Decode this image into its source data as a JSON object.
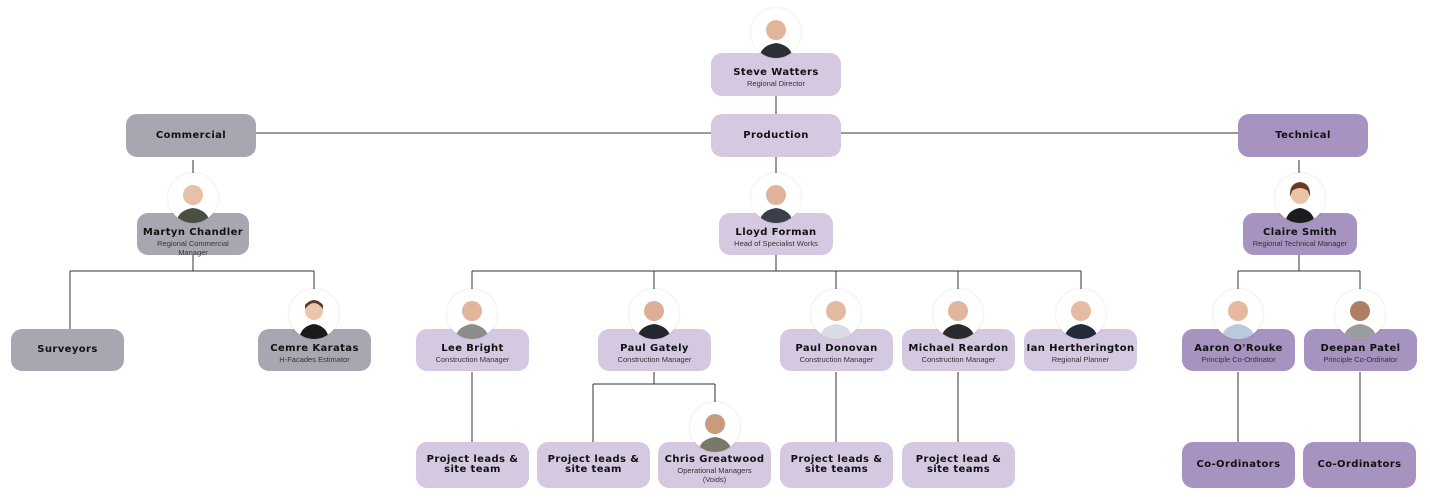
{
  "director": {
    "name": "Steve Watters",
    "title": "Regional Director"
  },
  "departments": {
    "commercial": "Commercial",
    "production": "Production",
    "technical": "Technical"
  },
  "commercial": {
    "head": {
      "name": "Martyn Chandler",
      "title": "Regional Commercial Manager"
    },
    "surveyors": "Surveyors",
    "estimator": {
      "name": "Cemre Karatas",
      "title": "H-Facades Estimator"
    }
  },
  "production": {
    "head": {
      "name": "Lloyd Forman",
      "title": "Head of Specialist Works"
    },
    "managers": [
      {
        "name": "Lee Bright",
        "title": "Construction Manager"
      },
      {
        "name": "Paul Gately",
        "title": "Construction Manager"
      },
      {
        "name": "Paul Donovan",
        "title": "Construction Manager"
      },
      {
        "name": "Michael Reardon",
        "title": "Construction Manager"
      },
      {
        "name": "Ian Hertherington",
        "title": "Regional Planner"
      }
    ],
    "teams": [
      "Project leads & site team",
      "Project leads & site team",
      "Project leads & site teams",
      "Project lead & site teams"
    ],
    "ops_manager": {
      "name": "Chris Greatwood",
      "title": "Operational Managers (Voids)"
    }
  },
  "technical": {
    "head": {
      "name": "Claire Smith",
      "title": "Regional Technical Manager"
    },
    "coordinators": [
      {
        "name": "Aaron O'Rouke",
        "title": "Principle Co-Ordinator"
      },
      {
        "name": "Deepan Patel",
        "title": "Principle Co-Ordinator"
      }
    ],
    "teams": [
      "Co-Ordinators",
      "Co-Ordinators"
    ]
  },
  "colors": {
    "commercial": "#a9a6b1",
    "production": "#d5c9e2",
    "technical": "#a793bf",
    "line": "#333333"
  }
}
